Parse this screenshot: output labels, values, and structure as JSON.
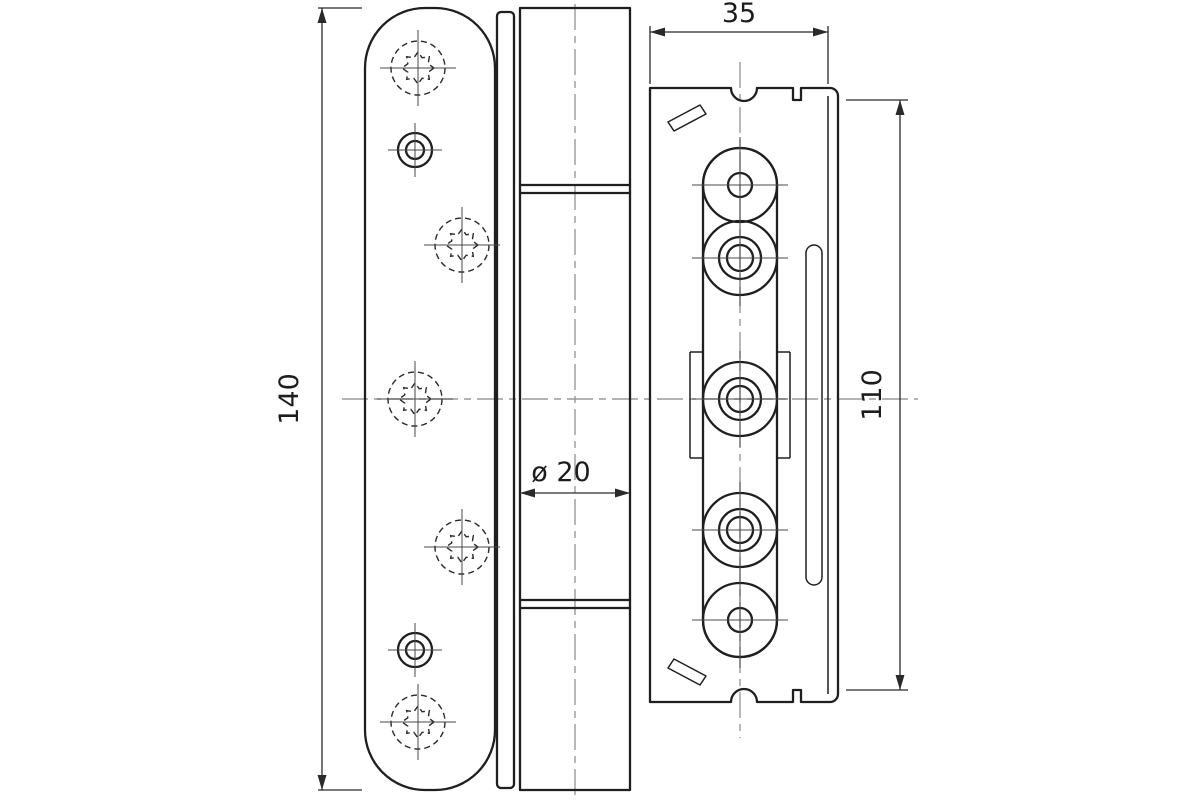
{
  "drawing": {
    "type": "technical-drawing",
    "subject": "door-hinge-leaf-barrel-and-frame-part",
    "dimensions": {
      "leaf_height": "140",
      "frame_plate_width": "35",
      "frame_hole_span": "110",
      "barrel_diameter": "ø 20"
    },
    "colors": {
      "line": "#1f1f1f",
      "centerline": "#9a9a9a",
      "background": "#ffffff"
    }
  }
}
